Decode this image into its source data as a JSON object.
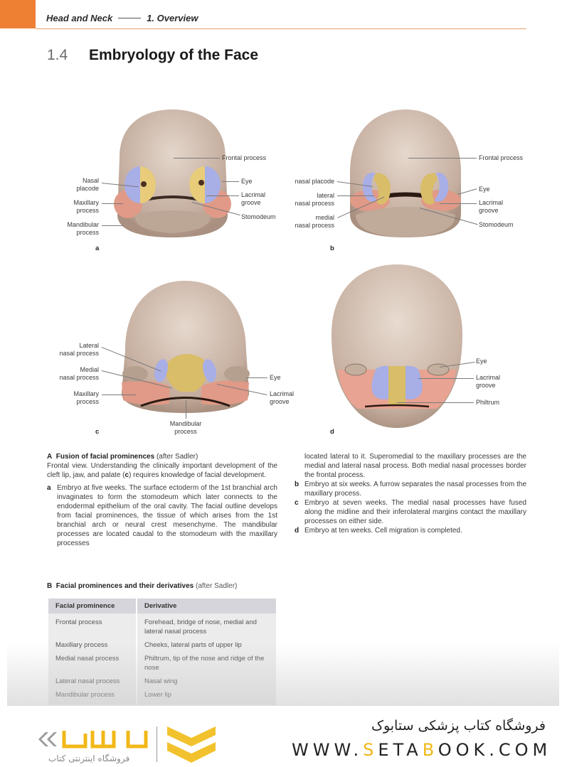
{
  "header": {
    "running_head_part": "Head and Neck",
    "running_head_chapter": "1. Overview",
    "accent_color": "#ee8034"
  },
  "section": {
    "number": "1.4",
    "title": "Embryology of the Face"
  },
  "figure_a": {
    "panel_letter": "a",
    "labels": {
      "frontal_process": "Frontal process",
      "nasal_placode": [
        "Nasal",
        "placode"
      ],
      "maxillary_process": [
        "Maxillary",
        "process"
      ],
      "mandibular_process": [
        "Mandibular",
        "process"
      ],
      "eye": "Eye",
      "lacrimal_groove": [
        "Lacrimal",
        "groove"
      ],
      "stomodeum": "Stomodeum"
    }
  },
  "figure_b": {
    "panel_letter": "b",
    "labels": {
      "frontal_process": "Frontal process",
      "nasal_placode": "nasal placode",
      "lateral_nasal_process": [
        "lateral",
        "nasal process"
      ],
      "medial_nasal_process": [
        "medial",
        "nasal process"
      ],
      "eye": "Eye",
      "lacrimal_groove": [
        "Lacrimal",
        "groove"
      ],
      "stomodeum": "Stomodeum"
    }
  },
  "figure_c": {
    "panel_letter": "c",
    "labels": {
      "lateral_nasal_process": [
        "Lateral",
        "nasal process"
      ],
      "medial_nasal_process": [
        "Medial",
        "nasal process"
      ],
      "maxillary_process": [
        "Maxillary",
        "process"
      ],
      "mandibular_process": [
        "Mandibular",
        "process"
      ],
      "eye": "Eye",
      "lacrimal_groove": [
        "Lacrimal",
        "groove"
      ]
    }
  },
  "figure_d": {
    "panel_letter": "d",
    "labels": {
      "eye": "Eye",
      "lacrimal_groove": [
        "Lacrimal",
        "groove"
      ],
      "philtrum": "Philtrum"
    }
  },
  "caption_a": {
    "letter": "A",
    "title": "Fusion of facial prominences",
    "source": "(after Sadler)",
    "intro_1": "Frontal view. Understanding the clinically important development of the cleft lip, jaw, and palate (",
    "intro_ref": "c",
    "intro_2": ") requires knowledge of facial development.",
    "items": [
      {
        "letter": "a",
        "text": "Embryo at five weeks. The surface ectoderm of the 1st branchial arch invaginates to form the stomodeum which later connects to the endodermal epithelium of the oral cavity. The facial outline develops from facial prominences, the tissue of which arises from the 1st branchial arch or neural crest mesenchyme. The mandibular processes are located caudal to the stomodeum with the maxillary processes"
      },
      {
        "letter": "",
        "text": "located lateral to it. Superomedial to the maxillary processes are the medial and lateral nasal process. Both medial nasal processes border the frontal process."
      },
      {
        "letter": "b",
        "text": "Embryo at six weeks. A furrow separates the nasal processes from the maxillary process."
      },
      {
        "letter": "c",
        "text": "Embryo at seven weeks. The medial nasal processes have fused along the midline and their inferolateral margins contact the maxillary processes on either side."
      },
      {
        "letter": "d",
        "text": "Embryo at ten weeks. Cell migration is completed."
      }
    ]
  },
  "table_b": {
    "letter": "B",
    "title": "Facial prominences and their derivatives",
    "source": "(after Sadler)",
    "columns": [
      "Facial prominence",
      "Derivative"
    ],
    "rows": [
      [
        "Frontal process",
        "Forehead, bridge of nose, medial and lateral nasal process"
      ],
      [
        "Maxillary process",
        "Cheeks, lateral parts of upper lip"
      ],
      [
        "Medial nasal process",
        "Philtrum, tip of the nose and ridge of the nose"
      ],
      [
        "Lateral nasal process",
        "Nasal wing"
      ],
      [
        "Mandibular process",
        "Lower lip"
      ]
    ]
  },
  "footer": {
    "logo_sub": "فروشگاه اینترنتی کتاب",
    "store_name": "فروشگاه کتاب پزشکی ستابوک",
    "url_parts": [
      "WWW.",
      "S",
      "ETA",
      "B",
      "OOK.COM"
    ],
    "highlight_color": "#f2b818"
  }
}
